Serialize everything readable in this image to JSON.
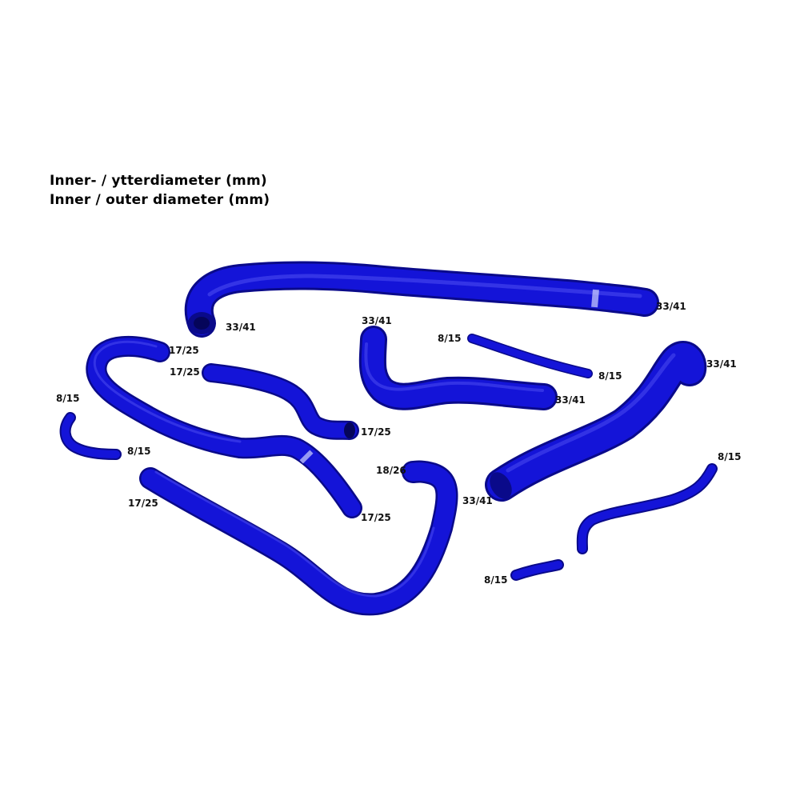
{
  "heading": {
    "line1": "Inner- / ytterdiameter (mm)",
    "line2": "Inner / outer diameter (mm)"
  },
  "colors": {
    "hose": "#1414d8",
    "hose_dark": "#0a0a8a",
    "hose_highlight": "#4a4af0",
    "background": "#ffffff"
  },
  "labels": {
    "top_hose_right": "33/41",
    "top_hose_left": "33/41",
    "u_hose_top": "33/41",
    "u_hose_right": "33/41",
    "small_top_left": "8/15",
    "small_top_right": "8/15",
    "right_hose_top": "33/41",
    "long_hose_top": "17/25",
    "mid_hose_left": "17/25",
    "mid_hose_right": "17/25",
    "long_hose_bottom": "17/25",
    "left_small_top": "8/15",
    "left_small_right": "8/15",
    "bottom_hose_left": "17/25",
    "bottom_hose_top": "18/26",
    "bottom_hose_right": "33/41",
    "right_small_top": "8/15",
    "right_small_bottom": "8/15"
  }
}
